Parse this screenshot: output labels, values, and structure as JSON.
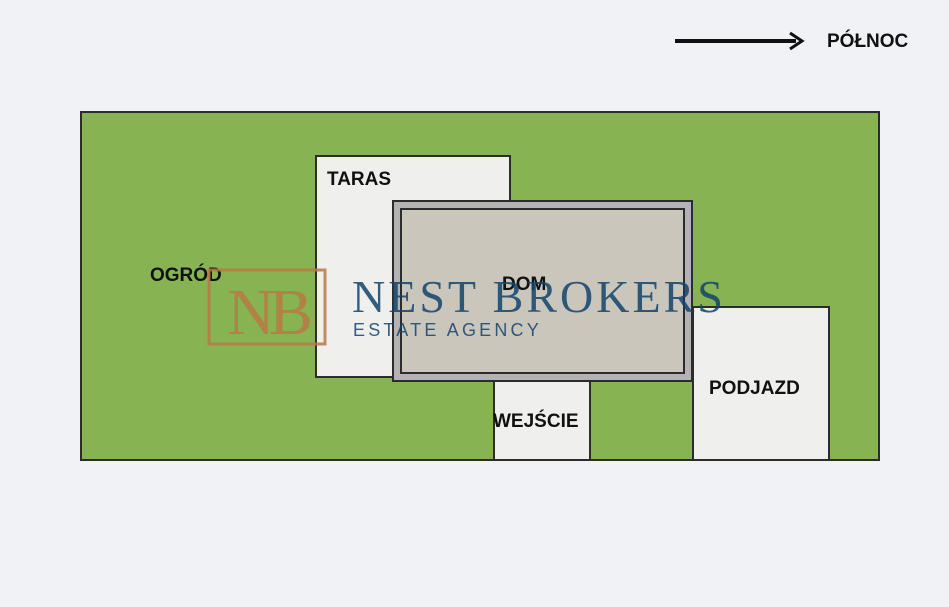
{
  "compass": {
    "label": "PÓŁNOC"
  },
  "zones": {
    "ogrod": "OGRÓD",
    "taras": "TARAS",
    "dom": "DOM",
    "wejscie": "WEJŚCIE",
    "podjazd": "PODJAZD"
  },
  "watermark": {
    "monogram": "NB",
    "title": "NEST BROKERS",
    "subtitle": "ESTATE AGENCY"
  },
  "colors": {
    "garden": "#87b352",
    "house": "#cbc6bb",
    "paved": "#efefed",
    "brand_blue": "#12446c",
    "brand_copper": "#b87a45"
  }
}
